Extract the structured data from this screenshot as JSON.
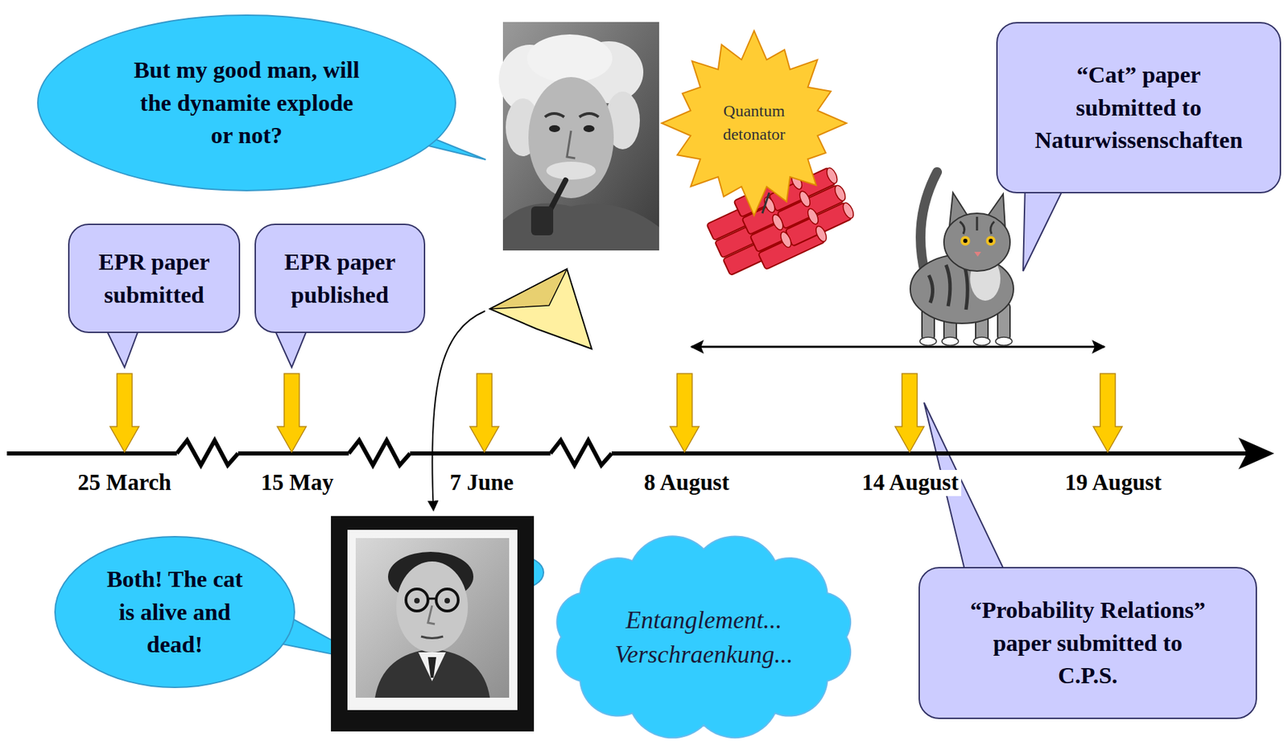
{
  "diagram": {
    "nodes": [
      {
        "text": [
          "But my good man, will the dynamite explode or not?"
        ]
      },
      {
        "text": [
          "Quantum detonator"
        ]
      },
      {
        "text": [
          "“Cat” paper submitted to Naturwissenschaften"
        ]
      },
      {
        "text": [
          "EPR paper submitted"
        ]
      },
      {
        "text": [
          "EPR paper published"
        ]
      },
      {
        "text": [
          "Both! The cat is alive and dead!"
        ]
      },
      {
        "text": [
          "Entanglement... Verschraenkung..."
        ]
      },
      {
        "text": [
          "“Probability Relations” paper submitted to C.P.S."
        ]
      }
    ],
    "labels": [
      "25 March",
      "15 May",
      "7 June",
      "8 August",
      "14 August",
      "19 August"
    ]
  }
}
